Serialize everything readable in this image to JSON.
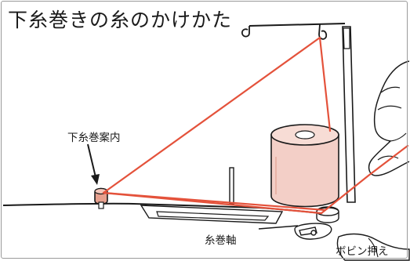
{
  "diagram": {
    "title": "下糸巻きの糸のかけかた",
    "labels": {
      "bobbin_winder_guide": "下糸巻案内",
      "bobbin_winder_shaft": "糸巻軸",
      "bobbin_stopper": "ボビン押え"
    },
    "colors": {
      "thread": "#e4523b",
      "spool": "#f3cfc7",
      "spool_top": "#f7dcd5",
      "line_art": "#1a1a1a",
      "frame": "#9a9a9a"
    }
  }
}
